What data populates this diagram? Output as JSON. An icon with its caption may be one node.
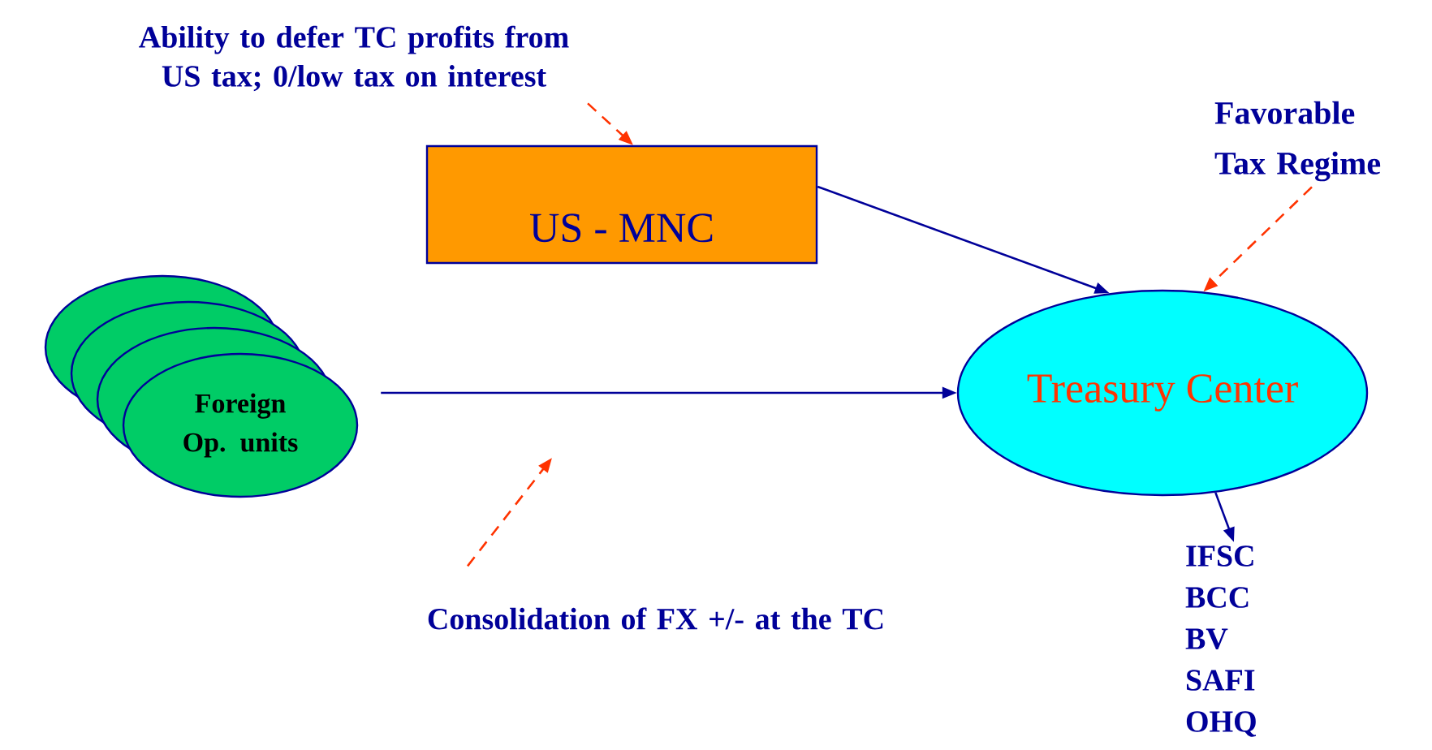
{
  "diagram": {
    "nodes": [
      {
        "text": [
          "Ability to defer TC profits from US tax; 0/low tax on interest"
        ]
      },
      {
        "text": [
          "US - MNC"
        ]
      },
      {
        "text": [
          "Favorable Tax Regime"
        ]
      },
      {
        "text": [
          "Treasury Center"
        ]
      },
      {
        "text": [
          "Foreign Op. units"
        ]
      },
      {
        "text": [
          "Consolidation of FX +/- at the TC"
        ]
      },
      {
        "text": [
          "IFSC",
          "BCC",
          "BV",
          "SAFI",
          "OHQ"
        ]
      }
    ],
    "edges": [
      {
        "from": 0,
        "to": 1,
        "arrow": "to",
        "style": "dashed",
        "color": "#ff3300"
      },
      {
        "from": 1,
        "to": 3,
        "arrow": "to",
        "color": "#000099"
      },
      {
        "from": 2,
        "to": 3,
        "arrow": "to",
        "style": "dashed",
        "color": "#ff3300"
      },
      {
        "from": 4,
        "to": 3,
        "arrow": "to",
        "color": "#000099"
      },
      {
        "from": 5,
        "to": null,
        "arrow": "to",
        "style": "dashed",
        "color": "#ff3300"
      },
      {
        "from": 3,
        "to": 6,
        "arrow": "to",
        "color": "#000099"
      }
    ]
  }
}
